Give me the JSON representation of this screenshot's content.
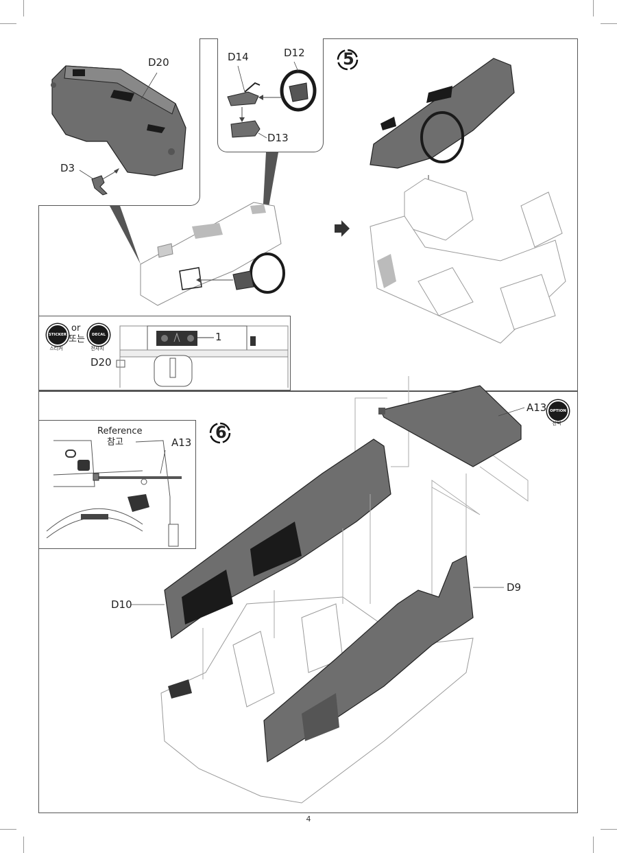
{
  "page": {
    "number": "4"
  },
  "step5": {
    "step_number": "5",
    "inset_dashboard": {
      "labels": {
        "d20": "D20",
        "d3": "D3"
      }
    },
    "inset_steering": {
      "labels": {
        "d14": "D14",
        "d12": "D12",
        "d13": "D13"
      }
    },
    "sticker_panel": {
      "sticker_badge": "STICKER",
      "sticker_sub": "스티커",
      "or_en": "or",
      "or_ko": "또는",
      "decal_badge": "DECAL",
      "decal_sub": "전사지",
      "callout_number": "1",
      "part_label": "D20"
    },
    "arrow_icon": "right-arrow"
  },
  "step6": {
    "step_number": "6",
    "reference_inset": {
      "title_en": "Reference",
      "title_ko": "참고",
      "part_label": "A13"
    },
    "labels": {
      "a13": "A13",
      "d9": "D9",
      "d10": "D10"
    },
    "option_badge": {
      "text": "OPTION",
      "sub": "선택"
    }
  },
  "colors": {
    "part_dark": "#6e6e6e",
    "part_black": "#1a1a1a",
    "line": "#555555",
    "outline_light": "#9a9a9a"
  }
}
